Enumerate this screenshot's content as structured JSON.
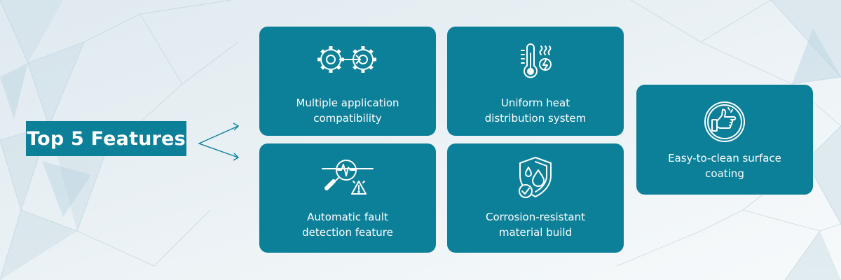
{
  "title": "Top 5 Features",
  "features": [
    {
      "line1": "Multiple application",
      "line2": "compatibility",
      "icon": "gears-icon"
    },
    {
      "line1": "Uniform heat",
      "line2": "distribution system",
      "icon": "thermometer-icon"
    },
    {
      "line1": "Automatic fault",
      "line2": "detection feature",
      "icon": "magnifier-warning-icon"
    },
    {
      "line1": "Corrosion-resistant",
      "line2": "material build",
      "icon": "shield-drops-icon"
    },
    {
      "line1": "Easy-to-clean surface",
      "line2": "coating",
      "icon": "thumbs-up-icon"
    }
  ],
  "colors": {
    "card": "#0c7f99",
    "text": "#ffffff",
    "background": "#eef3f6"
  }
}
